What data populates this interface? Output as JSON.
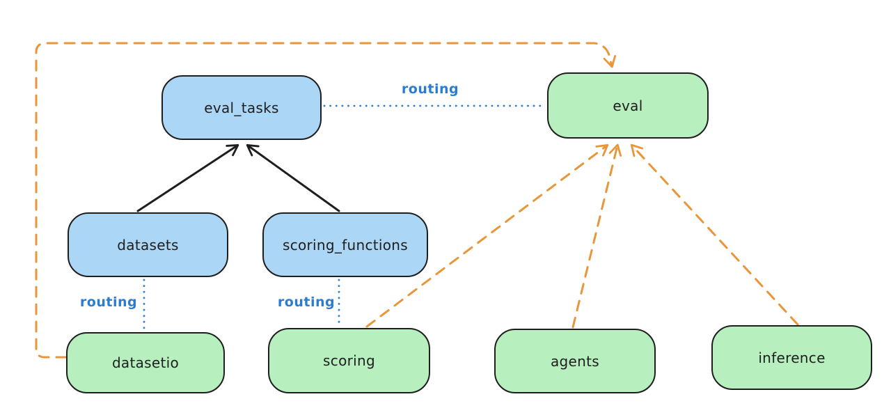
{
  "colors": {
    "background": "#ffffff",
    "node_stroke": "#1e1e1e",
    "blue_node_fill": "#abd6f6",
    "green_node_fill": "#b7efbf",
    "routing_line": "#2a7dd1",
    "provider_arrow": "#e8963a",
    "dependency_arrow": "#1e1e1e"
  },
  "nodes": {
    "eval_tasks": {
      "label": "eval_tasks",
      "fill": "blue"
    },
    "eval": {
      "label": "eval",
      "fill": "green"
    },
    "datasets": {
      "label": "datasets",
      "fill": "blue"
    },
    "scoring_functions": {
      "label": "scoring_functions",
      "fill": "blue"
    },
    "datasetio": {
      "label": "datasetio",
      "fill": "green"
    },
    "scoring": {
      "label": "scoring",
      "fill": "green"
    },
    "agents": {
      "label": "agents",
      "fill": "green"
    },
    "inference": {
      "label": "inference",
      "fill": "green"
    }
  },
  "edges": {
    "eval_tasks_to_eval": {
      "from": "eval_tasks",
      "to": "eval",
      "label": "routing",
      "style": "blue-dotted"
    },
    "datasets_to_datasetio": {
      "from": "datasets",
      "to": "datasetio",
      "label": "routing",
      "style": "blue-dotted"
    },
    "scoring_functions_to_scoring": {
      "from": "scoring_functions",
      "to": "scoring",
      "label": "routing",
      "style": "blue-dotted"
    },
    "datasets_to_eval_tasks": {
      "from": "datasets",
      "to": "eval_tasks",
      "label": "",
      "style": "black-solid-arrow"
    },
    "scoring_functions_to_eval_tasks": {
      "from": "scoring_functions",
      "to": "eval_tasks",
      "label": "",
      "style": "black-solid-arrow"
    },
    "datasetio_to_eval": {
      "from": "datasetio",
      "to": "eval",
      "label": "",
      "style": "orange-dashed-arrow"
    },
    "scoring_to_eval": {
      "from": "scoring",
      "to": "eval",
      "label": "",
      "style": "orange-dashed-arrow"
    },
    "agents_to_eval": {
      "from": "agents",
      "to": "eval",
      "label": "",
      "style": "orange-dashed-arrow"
    },
    "inference_to_eval": {
      "from": "inference",
      "to": "eval",
      "label": "",
      "style": "orange-dashed-arrow"
    }
  }
}
